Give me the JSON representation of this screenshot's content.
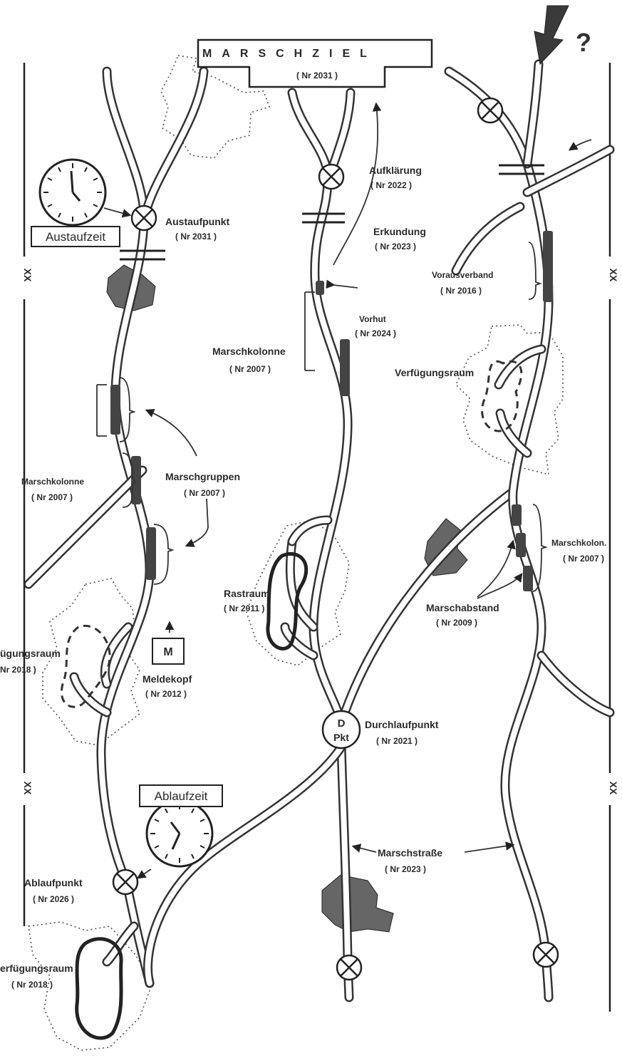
{
  "title": {
    "text": "MARSCHZIEL",
    "code": "( Nr 2031 )"
  },
  "question_mark": "?",
  "boundary_symbol": "XX",
  "labels": {
    "austaufpunkt": "Austaufpunkt",
    "austaufpunkt_code": "( Nr 2031 )",
    "austaufzeit": "Austaufzeit",
    "aufklaerung": "Aufklärung",
    "aufklaerung_code": "( Nr 2022 )",
    "erkundung": "Erkundung",
    "erkundung_code": "( Nr 2023 )",
    "vorausverband": "Vorausverband",
    "vorausverband_code": "( Nr 2016 )",
    "vorhut": "Vorhut",
    "vorhut_code": "( Nr 2024 )",
    "marschkolonne_mid": "Marschkolonne",
    "marschkolonne_mid_code": "( Nr 2007 )",
    "verfuegungsraum_right": "Verfügungsraum",
    "marschgruppen": "Marschgruppen",
    "marschgruppen_code": "( Nr 2007 )",
    "marschkolonne_left": "Marschkolonne",
    "marschkolonne_left_code": "( Nr 2007 )",
    "rastraum": "Rastraum",
    "rastraum_code": "( Nr 2011 )",
    "marschkolonne_right": "Marschkolon.",
    "marschkolonne_right_code": "( Nr 2007 )",
    "marschabstand": "Marschabstand",
    "marschabstand_code": "( Nr 2009 )",
    "verfuegungsraum_left": "ügungsraum",
    "verfuegungsraum_left_code": "Nr 2018 )",
    "meldekopf": "Meldekopf",
    "meldekopf_code": "( Nr 2012 )",
    "meldekopf_symbol": "M",
    "durchlaufpunkt": "Durchlaufpunkt",
    "durchlaufpunkt_code": "( Nr 2021 )",
    "dpkt_top": "D",
    "dpkt_bottom": "Pkt",
    "ablaufzeit": "Ablaufzeit",
    "ablaufpunkt": "Ablaufpunkt",
    "ablaufpunkt_code": "( Nr 2026 )",
    "marschstrasse": "Marschstraße",
    "marschstrasse_code": "( Nr 2023 )",
    "verfuegungsraum_bottom": "erfügungsraum",
    "verfuegungsraum_bottom_code": "( Nr 2018 )"
  }
}
